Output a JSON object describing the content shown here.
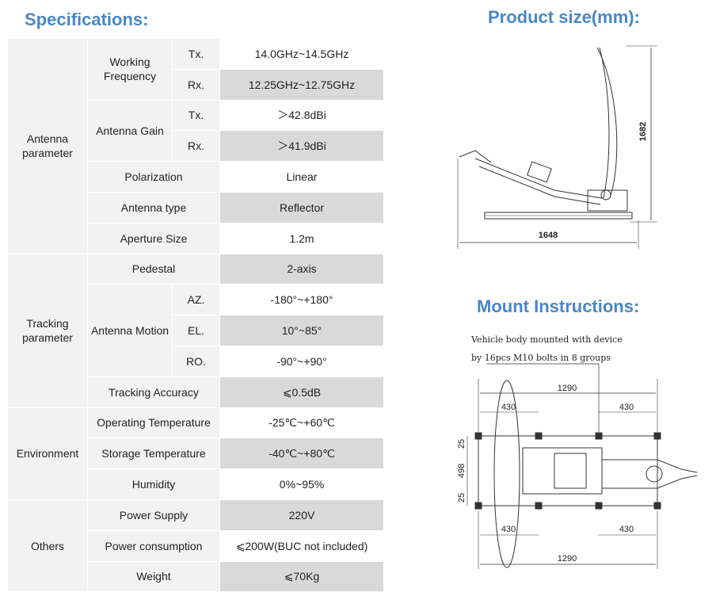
{
  "headings": {
    "specifications": "Specifications:",
    "product_size": "Product  size(mm):",
    "mount": "Mount Instructions:"
  },
  "specs": {
    "antenna": {
      "group": "Antenna parameter",
      "working_frequency": "Working Frequency",
      "tx_label": "Tx.",
      "rx_label": "Rx.",
      "freq_tx": "14.0GHz~14.5GHz",
      "freq_rx": "12.25GHz~12.75GHz",
      "antenna_gain": "Antenna Gain",
      "gain_tx": "＞42.8dBi",
      "gain_rx": "＞41.9dBi",
      "polarization": "Polarization",
      "polarization_value": "Linear",
      "antenna_type": "Antenna type",
      "antenna_type_value": "Reflector",
      "aperture_size": "Aperture Size",
      "aperture_size_value": "1.2m"
    },
    "tracking": {
      "group": "Tracking parameter",
      "pedestal": "Pedestal",
      "pedestal_value": "2-axis",
      "antenna_motion": "Antenna Motion",
      "az_label": "AZ.",
      "az_value": "-180°~+180°",
      "el_label": "EL.",
      "el_value": "10°~85°",
      "ro_label": "RO.",
      "ro_value": "-90°~+90°",
      "tracking_accuracy": "Tracking Accuracy",
      "tracking_accuracy_value": "⩽0.5dB"
    },
    "environment": {
      "group": "Environment",
      "operating_temperature": "Operating Temperature",
      "operating_temperature_value": "-25℃~+60℃",
      "storage_temperature": "Storage Temperature",
      "storage_temperature_value": "-40℃~+80℃",
      "humidity": "Humidity",
      "humidity_value": "0%~95%"
    },
    "others": {
      "group": "Others",
      "power_supply": "Power Supply",
      "power_supply_value": "220V",
      "power_consumption": "Power consumption",
      "power_consumption_value": "⩽200W(BUC not included)",
      "weight": "Weight",
      "weight_value": "⩽70Kg"
    }
  },
  "product_size": {
    "height": "1682",
    "length": "1648"
  },
  "mount": {
    "note_line1": "Vehicle body mounted with device",
    "note_line2": "by 16pcs M10 bolts in 8 groups",
    "dim_1290": "1290",
    "dim_430": "430",
    "dim_498": "498",
    "dim_25": "25"
  }
}
